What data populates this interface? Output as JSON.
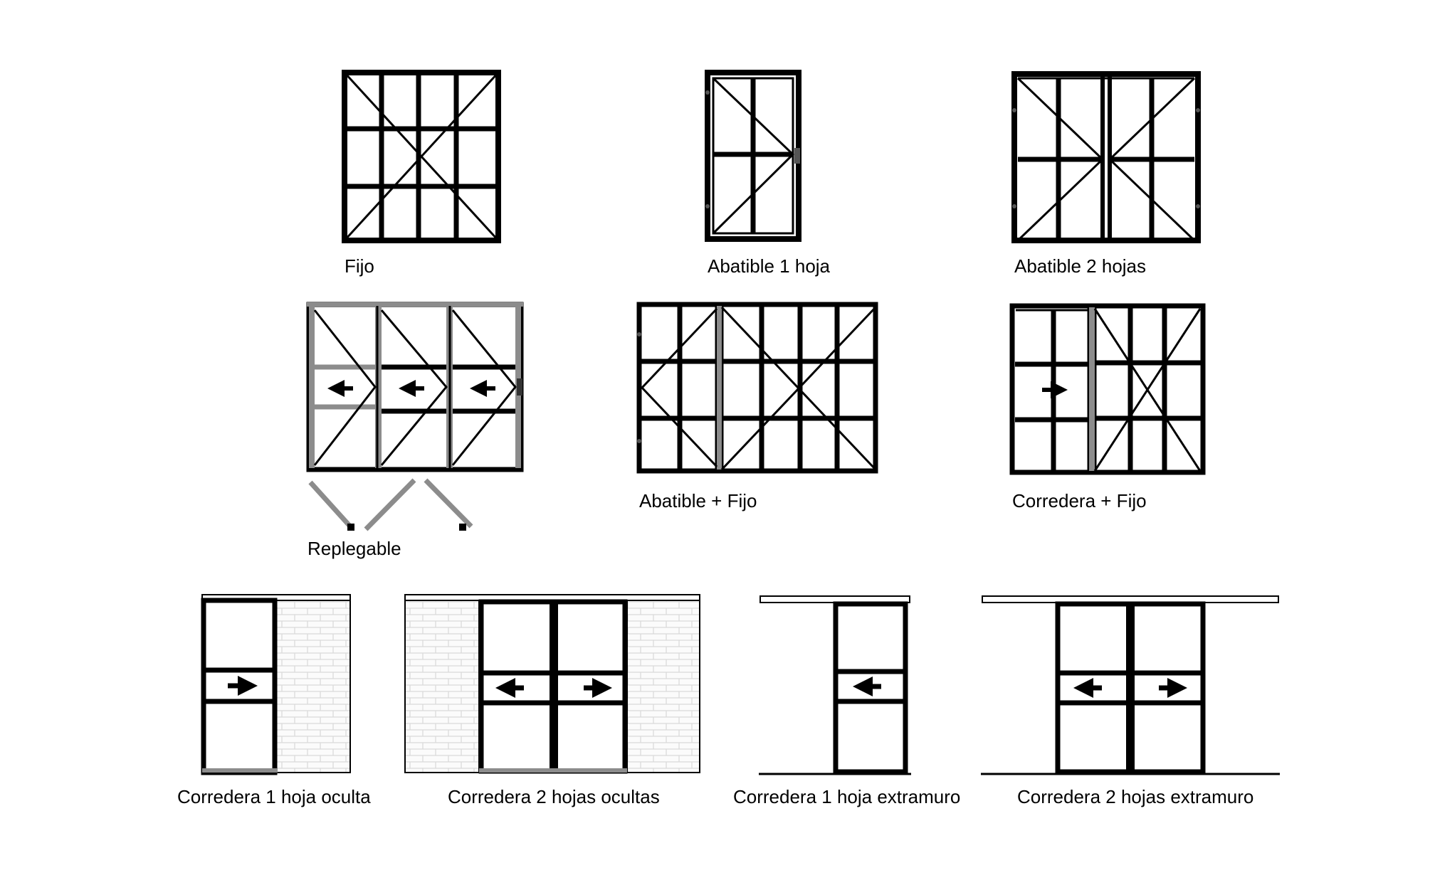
{
  "diagram": {
    "items": [
      {
        "id": "fijo",
        "label": "Fijo"
      },
      {
        "id": "abatible-1",
        "label": "Abatible 1 hoja"
      },
      {
        "id": "abatible-2",
        "label": "Abatible 2 hojas"
      },
      {
        "id": "replegable",
        "label": "Replegable"
      },
      {
        "id": "abatible-fijo",
        "label": "Abatible + Fijo"
      },
      {
        "id": "corredera-fijo",
        "label": "Corredera + Fijo"
      },
      {
        "id": "corredera-1-oculta",
        "label": "Corredera 1 hoja oculta"
      },
      {
        "id": "corredera-2-ocultas",
        "label": "Corredera 2 hojas ocultas"
      },
      {
        "id": "corredera-1-extramuro",
        "label": "Corredera 1 hoja extramuro"
      },
      {
        "id": "corredera-2-extramuro",
        "label": "Corredera 2 hojas extramuro"
      }
    ]
  },
  "colors": {
    "frame": "#000000",
    "rail": "#8c8c8c",
    "brick": "#d9d9d9",
    "background": "#ffffff"
  }
}
